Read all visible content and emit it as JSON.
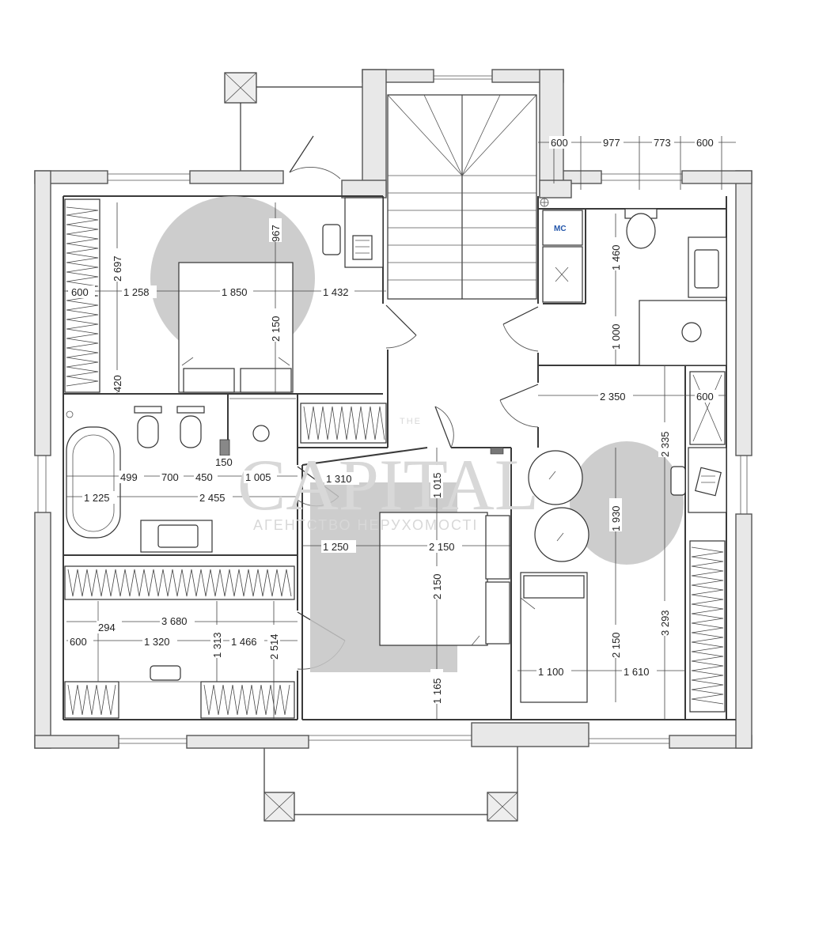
{
  "plan": {
    "watermark": {
      "brand": "CAPITAL",
      "tagline": "АГЕНТСТВО НЕРУХОМОСТІ",
      "small": "THE"
    },
    "toilet_label": "MC",
    "dimensions": {
      "top_600_a": "600",
      "top_977": "977",
      "top_773": "773",
      "top_600_b": "600",
      "bed1_600": "600",
      "bed1_1258": "1 258",
      "bed1_1850": "1 850",
      "bed1_1432": "1 432",
      "bed1_2697": "2 697",
      "bed1_967": "967",
      "bed1_2150": "2 150",
      "bed1_420": "420",
      "wc_1460": "1 460",
      "wc_1000": "1 000",
      "r_2350": "2 350",
      "r_600": "600",
      "r_2335": "2 335",
      "bath_150": "150",
      "bath_499": "499",
      "bath_700": "700",
      "bath_450": "450",
      "bath_1005": "1 005",
      "bath_1310": "1 310",
      "bath_1225": "1 225",
      "bath_2455": "2 455",
      "bed2_1015": "1 015",
      "bed2_1250": "1 250",
      "bed2_2150_h": "2 150",
      "bed2_2150_v": "2 150",
      "bed2_1165": "1 165",
      "r_1930": "1 930",
      "r_2150": "2 150",
      "r_3293": "3 293",
      "r_1100": "1 100",
      "r_1610": "1 610",
      "wd_3680": "3 680",
      "wd_294": "294",
      "wd_600": "600",
      "wd_1320": "1 320",
      "wd_1313": "1 313",
      "wd_1466": "1 466",
      "wd_2514": "2 514"
    }
  }
}
